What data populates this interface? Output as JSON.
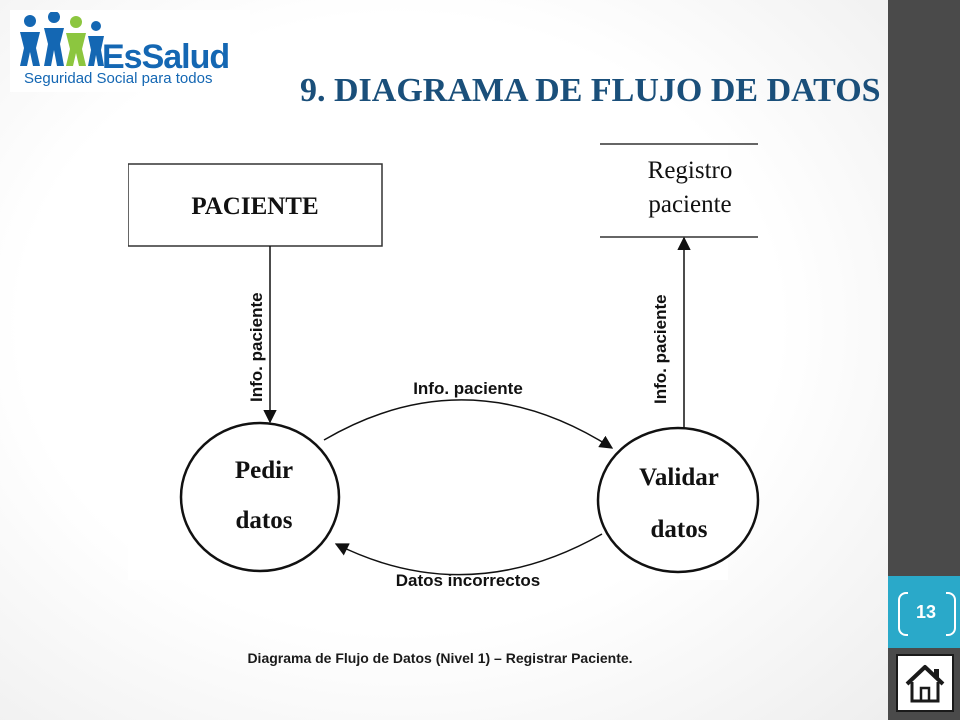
{
  "logo": {
    "name": "EsSalud",
    "tagline": "Seguridad Social para todos",
    "colors": {
      "blue": "#1467b3",
      "green": "#8cc63f"
    }
  },
  "title": "9. DIAGRAMA DE FLUJO DE DATOS",
  "diagram": {
    "entity": "PACIENTE",
    "data_store": {
      "line1": "Registro",
      "line2": "paciente"
    },
    "process_1": {
      "line1": "Pedir",
      "line2": "datos"
    },
    "process_2": {
      "line1": "Validar",
      "line2": "datos"
    },
    "flows": {
      "entity_to_process_1": "Info. paciente",
      "process_1_to_process_2": "Info. paciente",
      "process_2_to_process_1": "Datos incorrectos",
      "process_2_to_store": "Info. paciente"
    }
  },
  "caption": "Diagrama de Flujo de Datos (Nivel 1) – Registrar Paciente.",
  "page_number": "13",
  "icons": {
    "home": "home-icon"
  },
  "colors": {
    "title": "#1a4f7a",
    "sidebar": "#4a4a4a",
    "page_tab": "#2aa9c9"
  }
}
